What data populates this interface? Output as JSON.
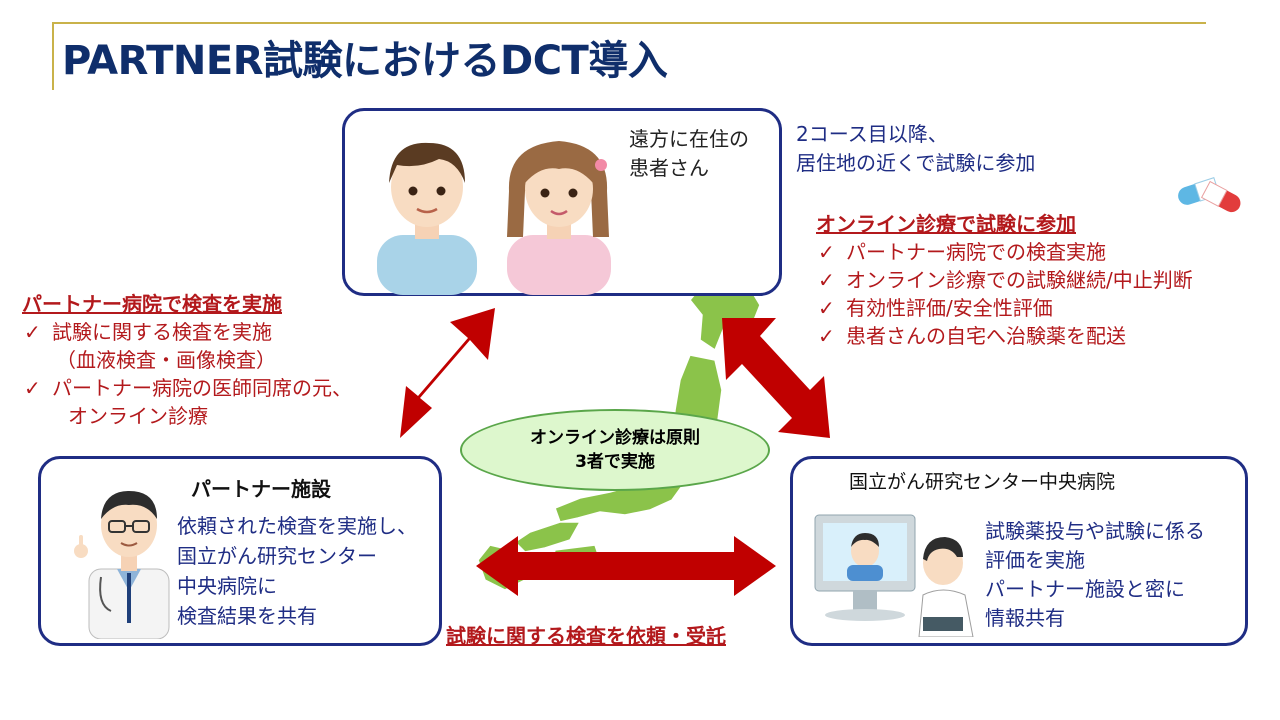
{
  "slide": {
    "title": "PARTNER試験におけるDCT導入"
  },
  "patients": {
    "label_line1": "遠方に在住の",
    "label_line2": "患者さん",
    "note_line1": "2コース目以降、",
    "note_line2": "居住地の近くで試験に参加"
  },
  "online": {
    "heading": "オンライン診療で試験に参加",
    "items": [
      "パートナー病院での検査実施",
      "オンライン診療での試験継続/中止判断",
      "有効性評価/安全性評価",
      "患者さんの自宅へ治験薬を配送"
    ]
  },
  "partner_exam": {
    "heading": "パートナー病院で検査を実施",
    "item1_line1": "試験に関する検査を実施",
    "item1_line2": "（血液検査・画像検査）",
    "item2_line1": "パートナー病院の医師同席の元、",
    "item2_line2": "オンライン診療"
  },
  "center_ellipse": {
    "line1": "オンライン診療は原則",
    "line2": "3者で実施"
  },
  "partner_facility": {
    "title": "パートナー施設",
    "lines": [
      "依頼された検査を実施し、",
      "国立がん研究センター",
      "中央病院に",
      "検査結果を共有"
    ]
  },
  "ncc_hospital": {
    "title": "国立がん研究センター中央病院",
    "lines": [
      "試験薬投与や試験に係る",
      "評価を実施",
      "パートナー施設と密に",
      "情報共有"
    ]
  },
  "bottom_arrow_label": "試験に関する検査を依頼・受託",
  "check_mark": "✓",
  "colors": {
    "title": "#0f2e6b",
    "box_border": "#1f2d84",
    "accent_red": "#b3191c",
    "arrow_red": "#c00000",
    "map_green": "#8bc34a"
  }
}
